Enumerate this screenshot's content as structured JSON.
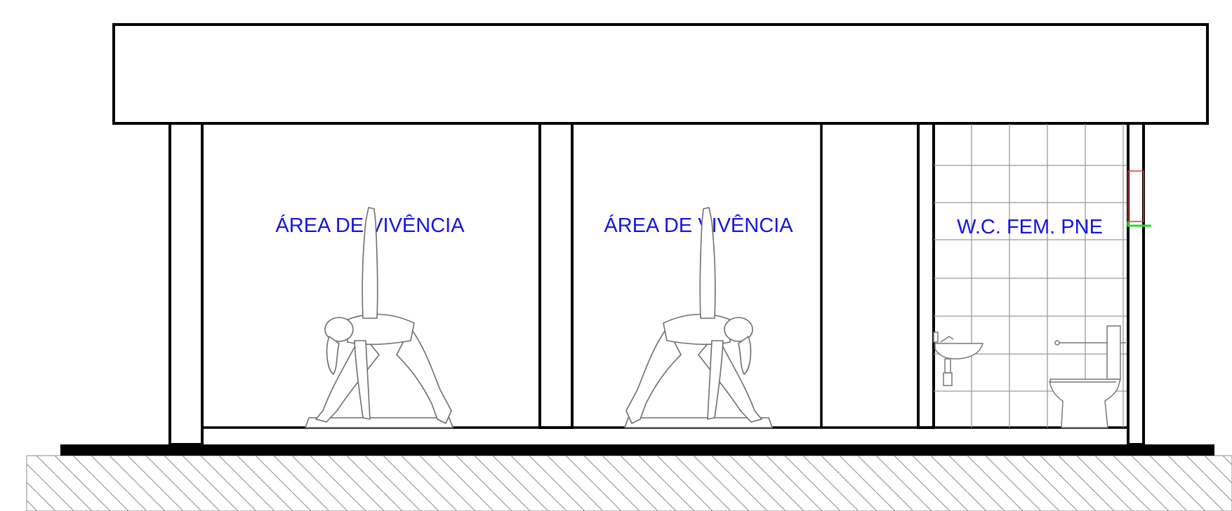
{
  "rooms": [
    {
      "label": "ÁREA DE VIVÊNCIA"
    },
    {
      "label": "ÁREA DE VIVÊNCIA"
    },
    {
      "label": "W.C. FEM. PNE"
    }
  ],
  "colors": {
    "label_blue": "#1414e6",
    "line_black": "#000000",
    "fixture_gray": "#777777",
    "tile_gray": "#9a9a9a",
    "marker_red": "#e63232",
    "marker_green": "#22dd22"
  },
  "icons": [
    "yoga-figure-icon",
    "sink-icon",
    "toilet-icon",
    "grab-bar-icon"
  ]
}
